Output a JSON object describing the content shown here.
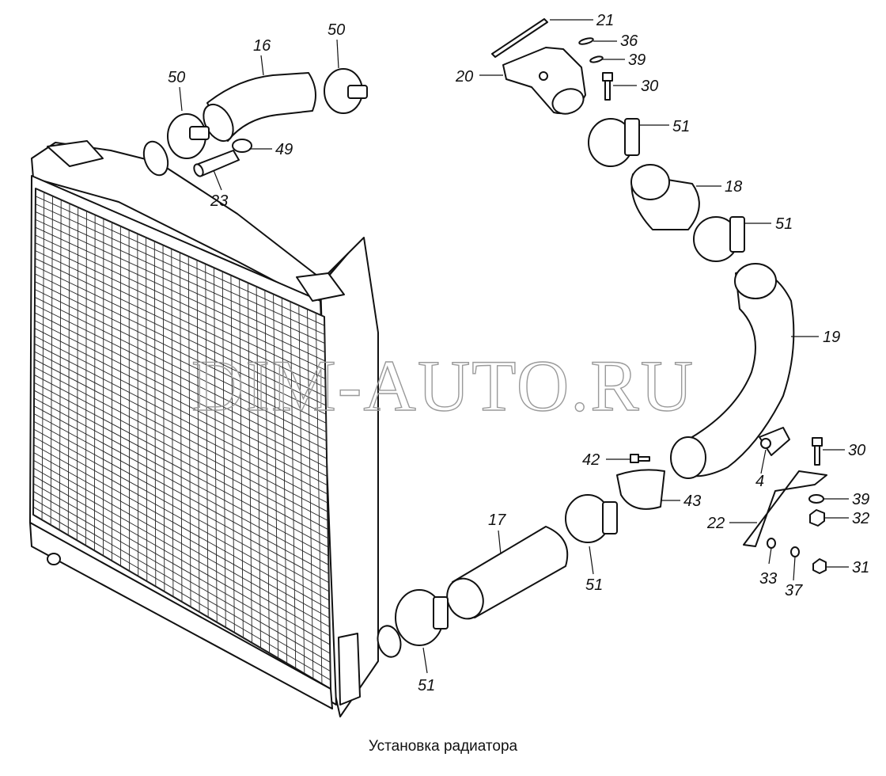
{
  "watermark": "DIM-AUTO.RU",
  "caption": "Установка радиатора",
  "callouts": {
    "c16": "16",
    "c50a": "50",
    "c50b": "50",
    "c49": "49",
    "c23": "23",
    "c21": "21",
    "c36": "36",
    "c20": "20",
    "c39a": "39",
    "c30a": "30",
    "c51a": "51",
    "c18": "18",
    "c51b": "51",
    "c19": "19",
    "c42": "42",
    "c30b": "30",
    "c4": "4",
    "c43": "43",
    "c39b": "39",
    "c22": "22",
    "c32": "32",
    "c17": "17",
    "c51c": "51",
    "c33": "33",
    "c37": "37",
    "c31": "31",
    "c51d": "51"
  }
}
